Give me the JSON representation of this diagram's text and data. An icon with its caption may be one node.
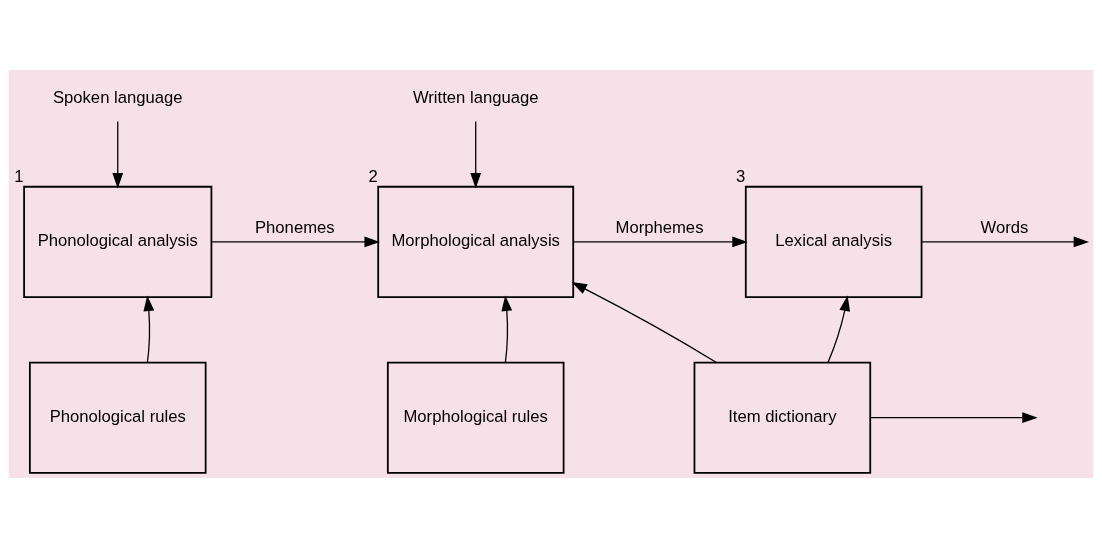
{
  "diagram": {
    "nodes": [
      {
        "text": [
          "Spoken language"
        ]
      },
      {
        "text": [
          "Phonological analysis"
        ],
        "beside": [
          "1"
        ]
      },
      {
        "text": [
          "Written language"
        ]
      },
      {
        "text": [
          "Morphological analysis"
        ],
        "beside": [
          "2"
        ]
      },
      {
        "text": [
          "Lexical analysis"
        ],
        "beside": [
          "3"
        ]
      },
      {
        "text": [
          "Phonological rules"
        ]
      },
      {
        "text": [
          "Morphological rules"
        ]
      },
      {
        "text": [
          "Item dictionary"
        ]
      }
    ],
    "edges": [
      {
        "from": 0,
        "to": 1,
        "arrow": "to"
      },
      {
        "from": 2,
        "to": 3,
        "arrow": "to"
      },
      {
        "from": 1,
        "to": 3,
        "arrow": "to",
        "label": "Phonemes"
      },
      {
        "from": 3,
        "to": 4,
        "arrow": "to",
        "label": "Morphemes"
      },
      {
        "from": 4,
        "to": null,
        "arrow": "to",
        "label": "Words"
      },
      {
        "from": 5,
        "to": 1,
        "arrow": "to"
      },
      {
        "from": 6,
        "to": 3,
        "arrow": "to"
      },
      {
        "from": 7,
        "to": 3,
        "arrow": "to"
      },
      {
        "from": 7,
        "to": 4,
        "arrow": "to"
      },
      {
        "from": 7,
        "to": null,
        "arrow": "to"
      }
    ]
  }
}
